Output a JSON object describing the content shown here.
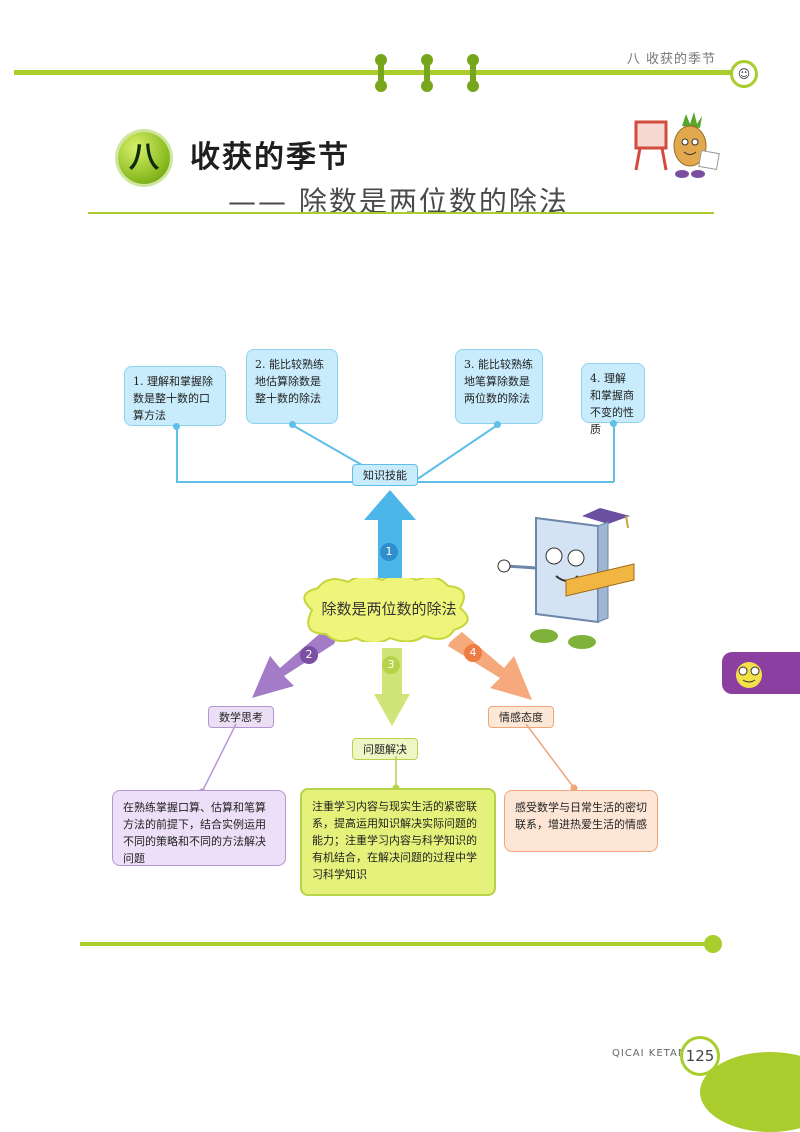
{
  "header": {
    "chapter_label": "八   收获的季节",
    "badge": "☺"
  },
  "title": {
    "number": "八",
    "main": "收获的季节",
    "sub": "—— 除数是两位数的除法"
  },
  "center": {
    "label": "除数是两位数的除法"
  },
  "arrows": {
    "n1": "1",
    "n2": "2",
    "n3": "3",
    "n4": "4"
  },
  "skills": {
    "tag": "知识技能",
    "items": [
      "1. 理解和掌握除数是整十数的口算方法",
      "2. 能比较熟练地估算除数是整十数的除法",
      "3. 能比较熟练地笔算除数是两位数的除法",
      "4. 理解和掌握商不变的性质"
    ]
  },
  "math_thinking": {
    "tag": "数学思考",
    "text": "在熟练掌握口算、估算和笔算方法的前提下，结合实例运用不同的策略和不同的方法解决问题"
  },
  "problem_solving": {
    "tag": "问题解决",
    "text": "注重学习内容与现实生活的紧密联系，提高运用知识解决实际问题的能力；注重学习内容与科学知识的有机结合，在解决问题的过程中学习科学知识"
  },
  "attitude": {
    "tag": "情感态度",
    "text": "感受数学与日常生活的密切联系，增进热爱生活的情感"
  },
  "footer": {
    "label": "QICAI KETANG",
    "page": "125"
  }
}
